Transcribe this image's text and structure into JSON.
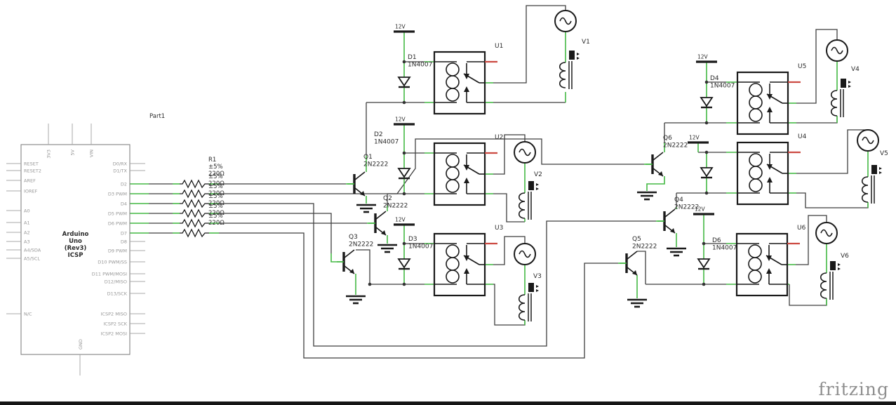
{
  "watermark": "fritzing",
  "part_label": "Part1",
  "supply_label": "12V",
  "colors": {
    "wire_dark": "#3f3f3f",
    "wire_green": "#44b944",
    "pin_gray": "#a8a8a8",
    "component_black": "#1a1a1a",
    "label_text": "#2b2b2b",
    "pin_label_gray": "#979797",
    "nc_red": "#cc4a42",
    "logo_gray": "#8f8f8f"
  },
  "arduino": {
    "title_lines": [
      "Arduino",
      "Uno",
      "(Rev3)",
      "ICSP"
    ],
    "left_pins": [
      "RESET",
      "RESET2",
      "AREF",
      "IOREF",
      "A0",
      "A1",
      "A2",
      "A3",
      "A4/SDA",
      "A5/SCL",
      "N/C"
    ],
    "right_pins": [
      "D0/RX",
      "D1/TX",
      "D2",
      "D3 PWM",
      "D4",
      "D5 PWM",
      "D6 PWM",
      "D7",
      "D8",
      "D9 PWM",
      "D10 PWM/SS",
      "D11 PWM/MOSI",
      "D12/MISO",
      "D13/SCK",
      "ICSP2 MISO",
      "ICSP2 SCK",
      "ICSP2 MOSI"
    ],
    "top_pins": [
      "3V3",
      "5V",
      "VIN"
    ],
    "bottom_pins": [
      "GND"
    ]
  },
  "resistor_bank": {
    "designator": "R1",
    "tolerance": "±5%",
    "value": "220Ω",
    "count": 6
  },
  "transistors": [
    {
      "designator": "Q1",
      "part": "2N2222"
    },
    {
      "designator": "Q2",
      "part": "2N2222"
    },
    {
      "designator": "Q3",
      "part": "2N2222"
    },
    {
      "designator": "Q4",
      "part": "2N2222"
    },
    {
      "designator": "Q5",
      "part": "2N2222"
    },
    {
      "designator": "Q6",
      "part": "2N2222"
    }
  ],
  "diodes": [
    {
      "designator": "D1",
      "part": "1N4007"
    },
    {
      "designator": "D2",
      "part": "1N4007"
    },
    {
      "designator": "D3",
      "part": "1N4007"
    },
    {
      "designator": "D4",
      "part": "1N4007"
    },
    {
      "designator": "D6",
      "part": "1N4007"
    }
  ],
  "relays": [
    {
      "designator": "U1"
    },
    {
      "designator": "U2"
    },
    {
      "designator": "U3"
    },
    {
      "designator": "U4"
    },
    {
      "designator": "U5"
    },
    {
      "designator": "U6"
    }
  ],
  "sources": [
    {
      "designator": "V1"
    },
    {
      "designator": "V2"
    },
    {
      "designator": "V3"
    },
    {
      "designator": "V4"
    },
    {
      "designator": "V5"
    },
    {
      "designator": "V6"
    }
  ]
}
